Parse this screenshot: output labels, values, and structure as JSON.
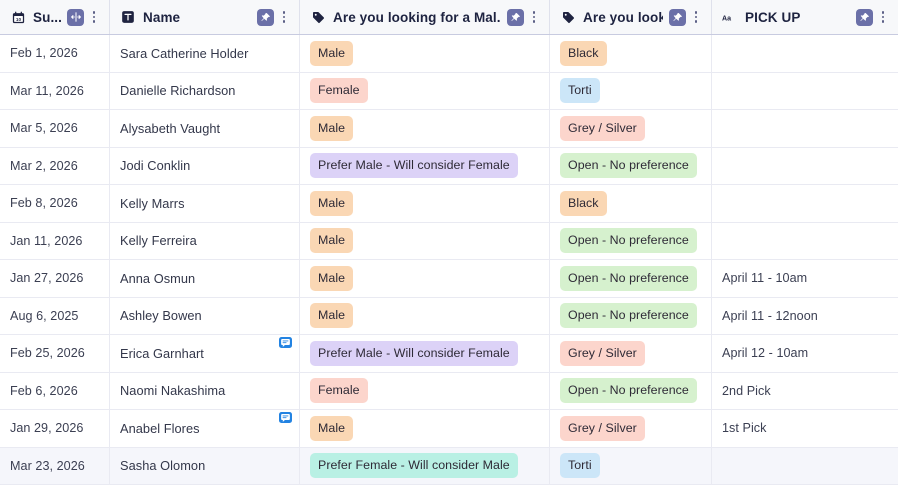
{
  "table": {
    "columns": [
      {
        "key": "submitted",
        "label": "Su...",
        "icon": "calendar-icon",
        "has_freeze_button": true,
        "has_pin_button": false,
        "has_menu": true
      },
      {
        "key": "name",
        "label": "Name",
        "icon": "text-type-icon",
        "has_freeze_button": false,
        "has_pin_button": true,
        "has_menu": true
      },
      {
        "key": "looking_for_male",
        "label": "Are you looking for a Mal...",
        "icon": "tag-icon",
        "has_freeze_button": false,
        "has_pin_button": true,
        "has_menu": true
      },
      {
        "key": "looking_for_color",
        "label": "Are you look...",
        "icon": "tag-icon",
        "has_freeze_button": false,
        "has_pin_button": true,
        "has_menu": true
      },
      {
        "key": "pickup",
        "label": "PICK UP",
        "icon": "aa-text-icon",
        "has_freeze_button": false,
        "has_pin_button": true,
        "has_menu": true
      }
    ],
    "rows": [
      {
        "submitted": "Feb 1, 2026",
        "name": "Sara Catherine Holder",
        "has_comment": false,
        "looking_for_male": {
          "text": "Male",
          "color": "orange"
        },
        "looking_for_color": {
          "text": "Black",
          "color": "orange"
        },
        "pickup": "",
        "highlight": false
      },
      {
        "submitted": "Mar 11, 2026",
        "name": "Danielle Richardson",
        "has_comment": false,
        "looking_for_male": {
          "text": "Female",
          "color": "pink"
        },
        "looking_for_color": {
          "text": "Torti",
          "color": "blue"
        },
        "pickup": "",
        "highlight": false
      },
      {
        "submitted": "Mar 5, 2026",
        "name": "Alysabeth Vaught",
        "has_comment": false,
        "looking_for_male": {
          "text": "Male",
          "color": "orange"
        },
        "looking_for_color": {
          "text": "Grey / Silver",
          "color": "pink"
        },
        "pickup": "",
        "highlight": false
      },
      {
        "submitted": "Mar 2, 2026",
        "name": "Jodi Conklin",
        "has_comment": false,
        "looking_for_male": {
          "text": "Prefer Male - Will consider Female",
          "color": "purple"
        },
        "looking_for_color": {
          "text": "Open - No preference",
          "color": "green"
        },
        "pickup": "",
        "highlight": false
      },
      {
        "submitted": "Feb 8, 2026",
        "name": "Kelly Marrs",
        "has_comment": false,
        "looking_for_male": {
          "text": "Male",
          "color": "orange"
        },
        "looking_for_color": {
          "text": "Black",
          "color": "orange"
        },
        "pickup": "",
        "highlight": false
      },
      {
        "submitted": "Jan 11, 2026",
        "name": "Kelly Ferreira",
        "has_comment": false,
        "looking_for_male": {
          "text": "Male",
          "color": "orange"
        },
        "looking_for_color": {
          "text": "Open - No preference",
          "color": "green"
        },
        "pickup": "",
        "highlight": false
      },
      {
        "submitted": "Jan 27, 2026",
        "name": "Anna Osmun",
        "has_comment": false,
        "looking_for_male": {
          "text": "Male",
          "color": "orange"
        },
        "looking_for_color": {
          "text": "Open - No preference",
          "color": "green"
        },
        "pickup": "April 11 - 10am",
        "highlight": false
      },
      {
        "submitted": "Aug 6, 2025",
        "name": "Ashley Bowen",
        "has_comment": false,
        "looking_for_male": {
          "text": "Male",
          "color": "orange"
        },
        "looking_for_color": {
          "text": "Open - No preference",
          "color": "green"
        },
        "pickup": "April 11 - 12noon",
        "highlight": false
      },
      {
        "submitted": "Feb 25, 2026",
        "name": "Erica Garnhart",
        "has_comment": true,
        "looking_for_male": {
          "text": "Prefer Male - Will consider Female",
          "color": "purple"
        },
        "looking_for_color": {
          "text": "Grey / Silver",
          "color": "pink"
        },
        "pickup": "April 12 - 10am",
        "highlight": false
      },
      {
        "submitted": "Feb 6, 2026",
        "name": "Naomi Nakashima",
        "has_comment": false,
        "looking_for_male": {
          "text": "Female",
          "color": "pink"
        },
        "looking_for_color": {
          "text": "Open - No preference",
          "color": "green"
        },
        "pickup": "2nd Pick",
        "highlight": false
      },
      {
        "submitted": "Jan 29, 2026",
        "name": "Anabel Flores",
        "has_comment": true,
        "looking_for_male": {
          "text": "Male",
          "color": "orange"
        },
        "looking_for_color": {
          "text": "Grey / Silver",
          "color": "pink"
        },
        "pickup": "1st Pick",
        "highlight": false
      },
      {
        "submitted": "Mar 23, 2026",
        "name": "Sasha Olomon",
        "has_comment": false,
        "looking_for_male": {
          "text": "Prefer Female - Will consider Male",
          "color": "teal"
        },
        "looking_for_color": {
          "text": "Torti",
          "color": "blue"
        },
        "pickup": "",
        "highlight": true
      }
    ]
  },
  "colors": {
    "tag_orange": "#fad7b4",
    "tag_pink": "#fcd5cc",
    "tag_purple": "#dcd2f7",
    "tag_green": "#d6f1ce",
    "tag_blue": "#cce6f8",
    "tag_teal": "#b9f0e4",
    "header_button": "#6b70a8",
    "comment_badge": "#2383e2",
    "header_bg": "#f7f8fa",
    "row_highlight": "#f5f6fb"
  }
}
